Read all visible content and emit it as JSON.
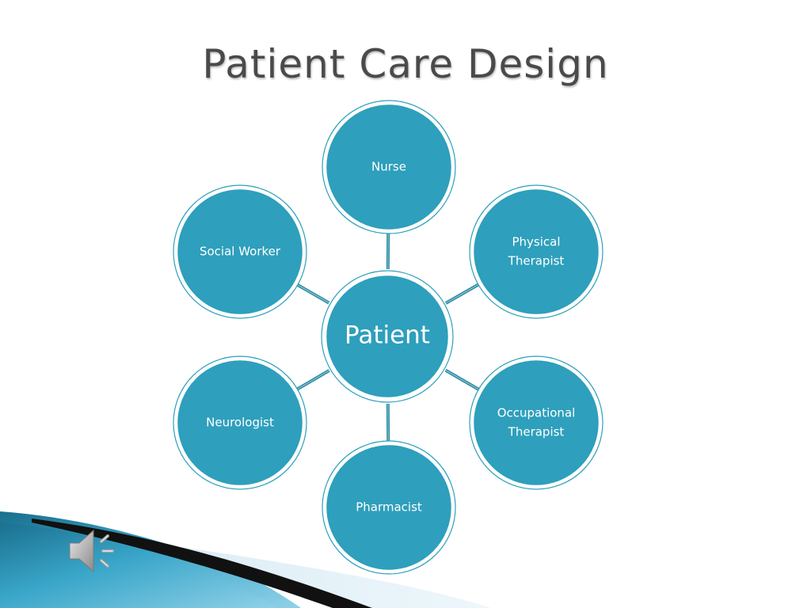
{
  "title": "Patient Care Design",
  "center": {
    "label": "Patient"
  },
  "nodes": [
    {
      "id": "nurse",
      "lines": [
        "Nurse"
      ]
    },
    {
      "id": "physical-therapist",
      "lines": [
        "Physical",
        "Therapist"
      ]
    },
    {
      "id": "occupational-therapist",
      "lines": [
        "Occupational",
        "Therapist"
      ]
    },
    {
      "id": "pharmacist",
      "lines": [
        "Pharmacist"
      ]
    },
    {
      "id": "neurologist",
      "lines": [
        "Neurologist"
      ]
    },
    {
      "id": "social-worker",
      "lines": [
        "Social Worker"
      ]
    }
  ],
  "colors": {
    "node_fill": "#2e9fbc",
    "connector": "#2a8ba3",
    "title": "#4a4a4a",
    "wave_dark": "#1a6f8e",
    "wave_light": "#6fc1dd"
  },
  "icons": {
    "audio": "speaker-icon"
  }
}
